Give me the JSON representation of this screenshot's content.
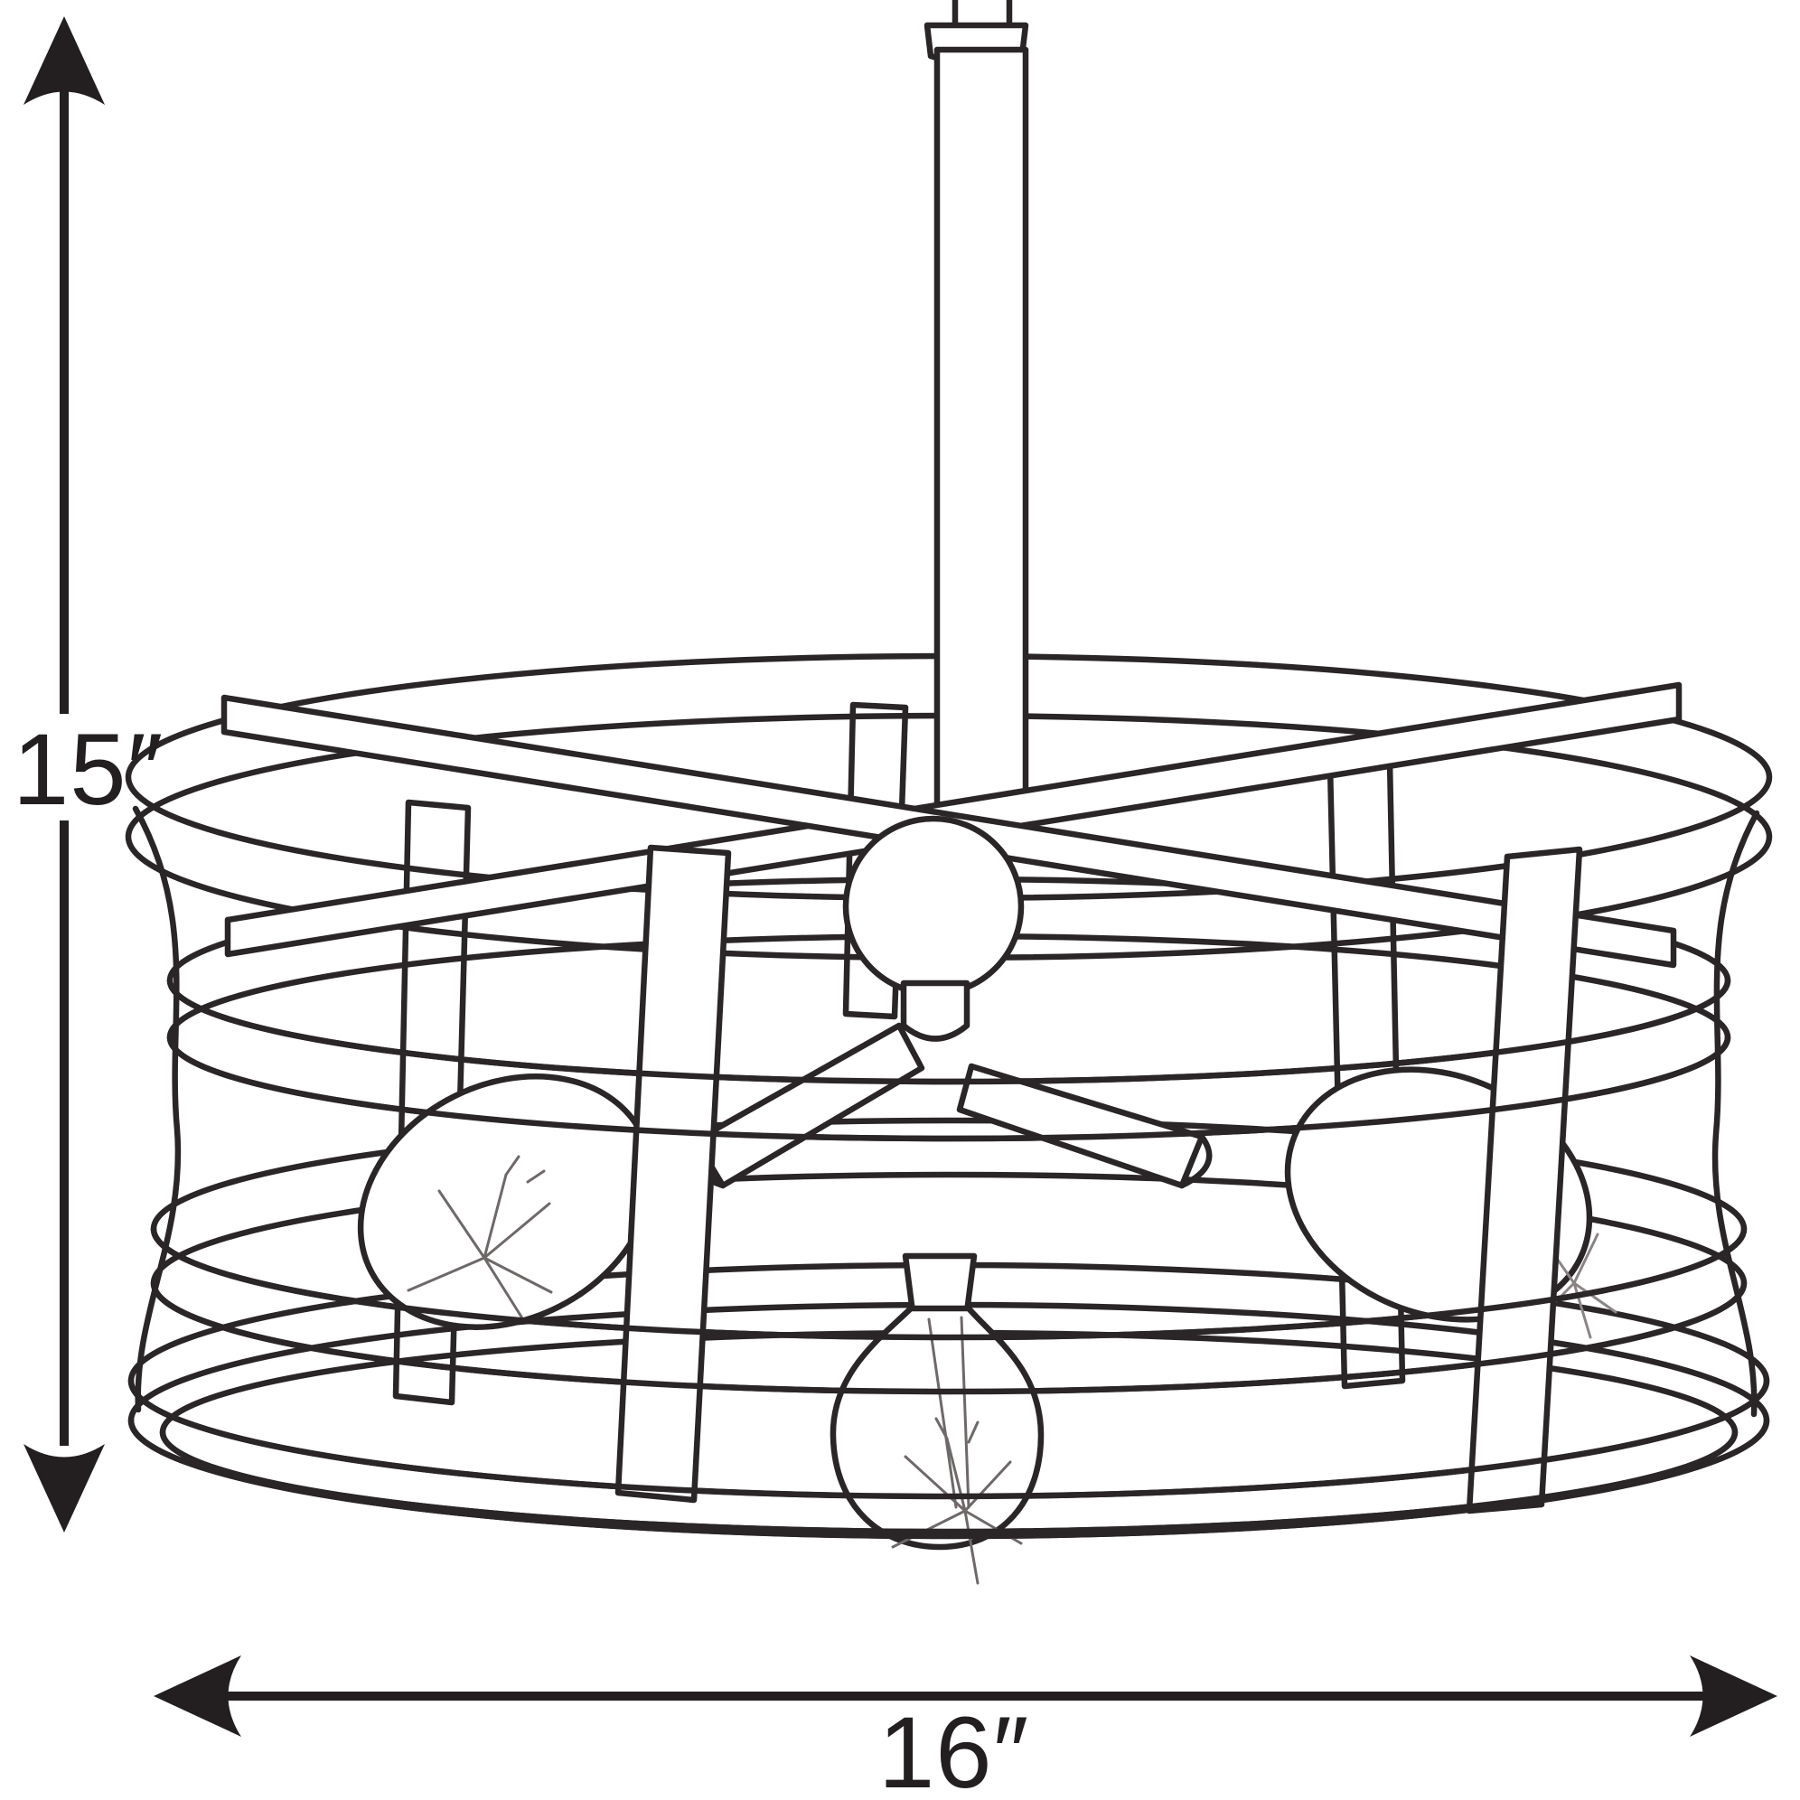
{
  "page": {
    "background_color": "#ffffff",
    "description": "Technical line-drawing dimension diagram of an open cage drum pendant light with exposed vintage bulbs on a straight downrod stem"
  },
  "drawing": {
    "line_color": "#2a2526",
    "filament_line_color": "#6e6868",
    "fill_color": "#ffffff",
    "parts": [
      "stem-tube",
      "stem-collar",
      "downrod",
      "four-ring-cage",
      "cross-braces",
      "vertical-straps",
      "socket-hub",
      "left-bulb",
      "center-bulb",
      "right-bulb",
      "filaments"
    ]
  },
  "dimensions": {
    "annotation_color": "#231f20",
    "height": {
      "label": "15″",
      "orientation": "vertical"
    },
    "width": {
      "label": "16″",
      "orientation": "horizontal"
    }
  }
}
